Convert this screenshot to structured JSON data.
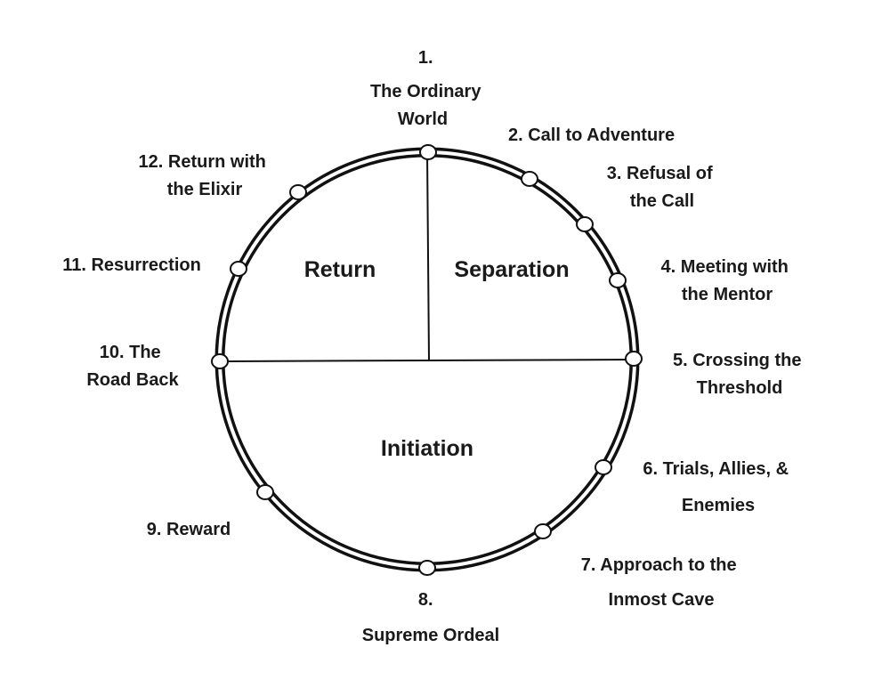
{
  "sections": {
    "return": "Return",
    "separation": "Separation",
    "initiation": "Initiation"
  },
  "stages": [
    {
      "id": "stage-1",
      "lines": [
        "1.",
        "The Ordinary",
        "World"
      ]
    },
    {
      "id": "stage-2",
      "lines": [
        "2.  Call to Adventure"
      ]
    },
    {
      "id": "stage-3",
      "lines": [
        "3.  Refusal of",
        "the Call"
      ]
    },
    {
      "id": "stage-4",
      "lines": [
        "4.  Meeting with",
        "the Mentor"
      ]
    },
    {
      "id": "stage-5",
      "lines": [
        "5.  Crossing the",
        "Threshold"
      ]
    },
    {
      "id": "stage-6",
      "lines": [
        "6. Trials,  Allies, &",
        "Enemies"
      ]
    },
    {
      "id": "stage-7",
      "lines": [
        "7. Approach to the",
        "Inmost Cave"
      ]
    },
    {
      "id": "stage-8",
      "lines": [
        "8.",
        "Supreme Ordeal"
      ]
    },
    {
      "id": "stage-9",
      "lines": [
        "9.  Reward"
      ]
    },
    {
      "id": "stage-10",
      "lines": [
        "10. The",
        "Road Back"
      ]
    },
    {
      "id": "stage-11",
      "lines": [
        "11. Resurrection"
      ]
    },
    {
      "id": "stage-12",
      "lines": [
        "12. Return with",
        "the Elixir"
      ]
    }
  ]
}
